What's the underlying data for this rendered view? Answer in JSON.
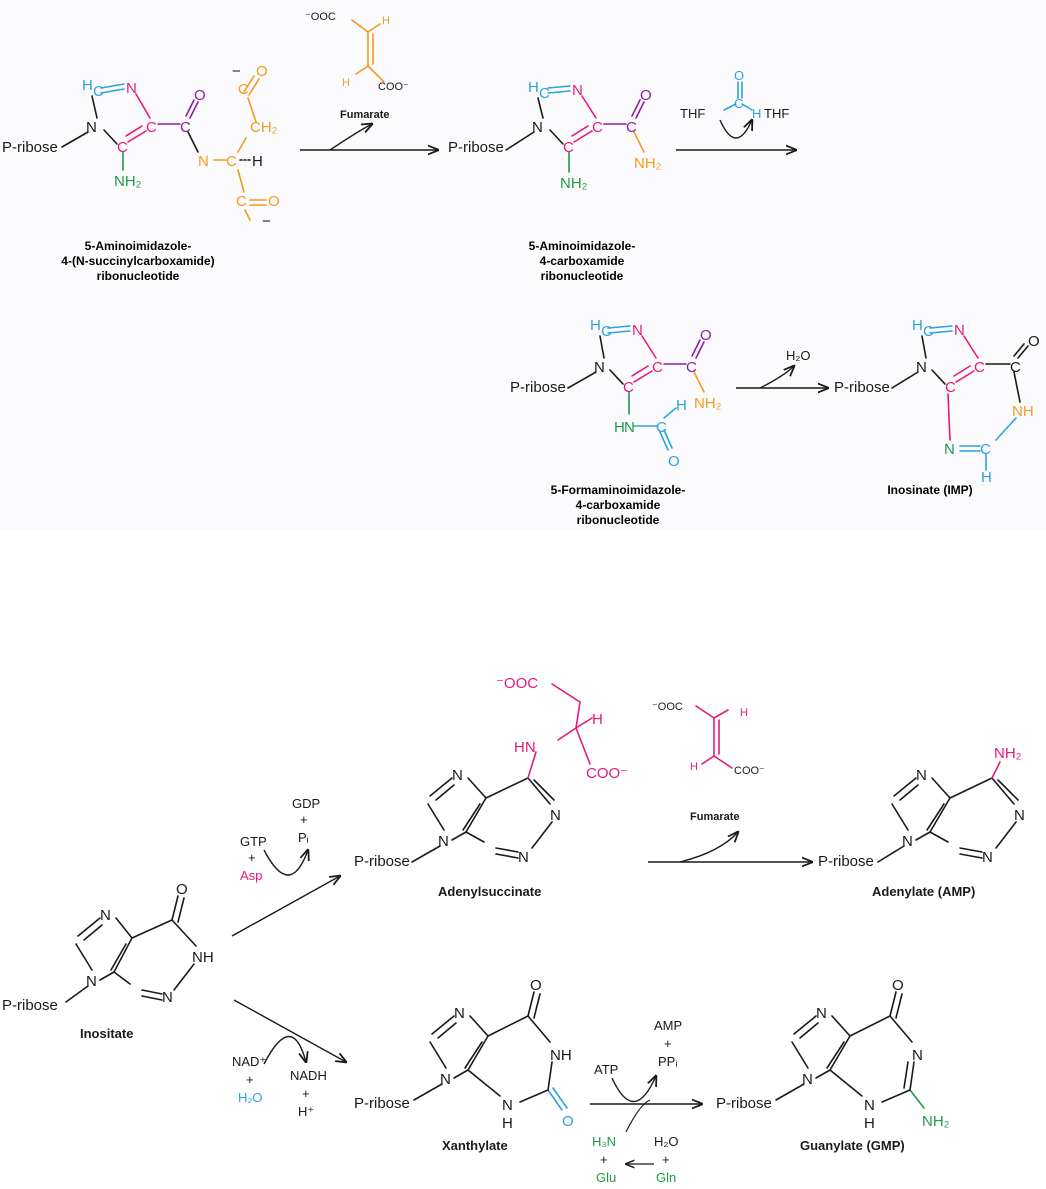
{
  "colors": {
    "pink": "#e5197d",
    "blue": "#2aa3de",
    "purple": "#8a1f9e",
    "green": "#1f9a4a",
    "orange": "#f39a1e",
    "black": "#1a1a1a"
  },
  "common": {
    "p_ribose": "P-ribose",
    "N": "N",
    "C": "C",
    "H": "H",
    "O": "O",
    "NH": "NH",
    "NH2": "NH₂",
    "HN": "HN",
    "H2O": "H₂O",
    "ooc": "⁻OOC",
    "coo": "COO⁻",
    "ch2": "CH₂",
    "minus": "−",
    "plus": "+"
  },
  "top": {
    "compound1": {
      "caption": [
        "5-Aminoimidazole-",
        "4-(N-succinylcarboxamide)",
        "ribonucleotide"
      ]
    },
    "fumarate_label": "Fumarate",
    "compound2": {
      "caption": [
        "5-Aminoimidazole-",
        "4-carboxamide",
        "ribonucleotide"
      ]
    },
    "thf_in": "THF",
    "thf_out": "THF",
    "compound3": {
      "caption": [
        "5-Formaminoimidazole-",
        "4-carboxamide",
        "ribonucleotide"
      ]
    },
    "water_out": "H₂O",
    "compound4": {
      "caption": "Inosinate (IMP)"
    }
  },
  "bottom": {
    "inosinate": {
      "caption": "Inositate"
    },
    "amp_branch": {
      "in_gtp": "GTP",
      "in_plus": "+",
      "in_asp": "Asp",
      "out_gdp": "GDP",
      "out_plus": "+",
      "out_pi": "Pᵢ",
      "intermediate_caption": "Adenylsuccinate",
      "fumarate_label": "Fumarate",
      "product_caption": "Adenylate (AMP)"
    },
    "gmp_branch": {
      "in_nad": "NAD⁺",
      "in_plus": "+",
      "in_water": "H₂O",
      "out_nadh": "NADH",
      "out_plus": "+",
      "out_h": "H⁺",
      "intermediate_caption": "Xanthylate",
      "in_atp": "ATP",
      "out_amp": "AMP",
      "out_plus2": "+",
      "out_ppi": "PPᵢ",
      "nh3": "H₃N",
      "glu": "Glu",
      "water2": "H₂O",
      "gln": "Gln",
      "product_caption": "Guanylate (GMP)"
    }
  }
}
